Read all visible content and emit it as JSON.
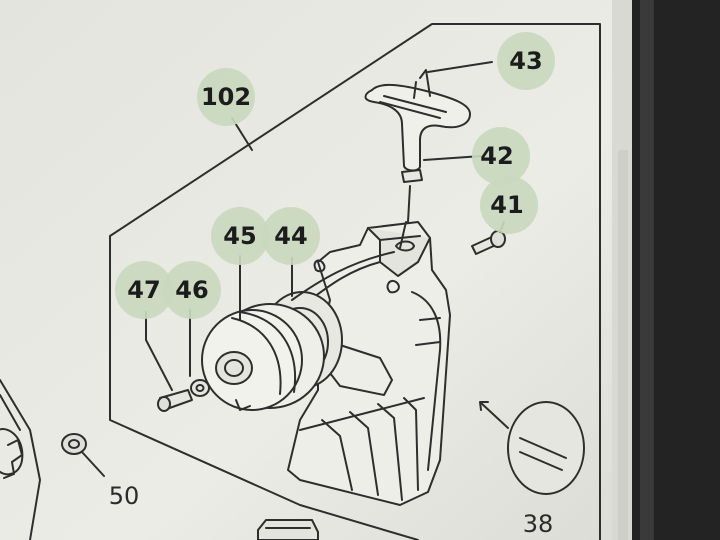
{
  "diagram": {
    "parts": [
      {
        "id": "p102",
        "label": "102",
        "callout": true
      },
      {
        "id": "p43",
        "label": "43",
        "callout": true
      },
      {
        "id": "p42",
        "label": "42",
        "callout": true
      },
      {
        "id": "p41",
        "label": "41",
        "callout": true
      },
      {
        "id": "p45",
        "label": "45",
        "callout": true
      },
      {
        "id": "p44",
        "label": "44",
        "callout": true
      },
      {
        "id": "p47",
        "label": "47",
        "callout": true
      },
      {
        "id": "p46",
        "label": "46",
        "callout": true
      },
      {
        "id": "p50",
        "label": "50",
        "callout": false
      },
      {
        "id": "p38",
        "label": "38",
        "callout": false
      }
    ],
    "colors": {
      "paper": "#ebebe6",
      "ink": "#2e2e2e",
      "callout": "#c9d8bf",
      "bezel": "#1f1f1f"
    }
  }
}
